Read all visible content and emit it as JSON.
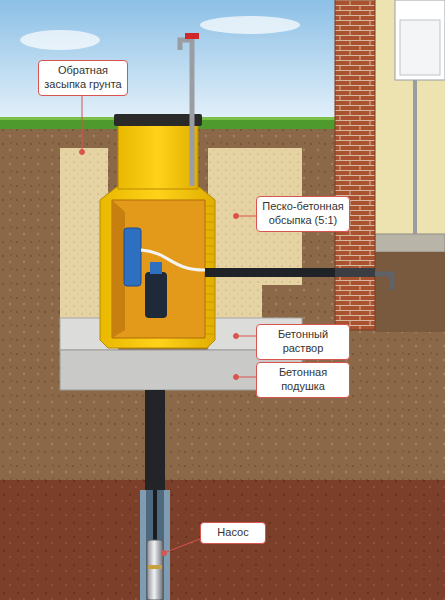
{
  "diagram": {
    "nodes": [
      {
        "text": [
          "Обратная засыпка грунта"
        ]
      },
      {
        "text": [
          "Песко-бетонная обсыпка (5:1)"
        ]
      },
      {
        "text": [
          "Бетонный раствор"
        ]
      },
      {
        "text": [
          "Бетонная подушка"
        ]
      },
      {
        "text": [
          "Насос"
        ]
      }
    ]
  }
}
